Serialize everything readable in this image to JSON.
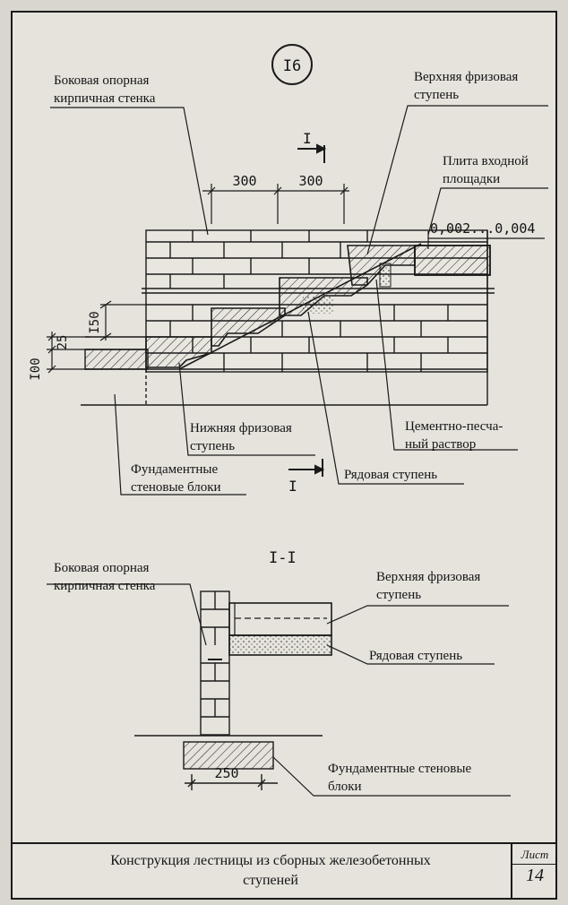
{
  "drawing_number": "I6",
  "top_view": {
    "labels": {
      "side_wall": [
        "Боковая опорная",
        "кирпичная стенка"
      ],
      "upper_step": [
        "Верхняя фризовая",
        "ступень"
      ],
      "entry_slab": [
        "Плита входной",
        "площадки"
      ],
      "lower_step": [
        "Нижняя фризовая",
        "ступень"
      ],
      "mortar": [
        "Цементно-песча-",
        "ный раствор"
      ],
      "foundation": [
        "Фундаментные",
        "стеновые блоки"
      ],
      "regular_step": "Рядовая ступень"
    },
    "dimensions": {
      "tread_1": "300",
      "tread_2": "300",
      "slope": "0,002...0,004",
      "riser": "I50",
      "layer_1": "25",
      "layer_2": "I00"
    },
    "section_mark": "I"
  },
  "section_view": {
    "title": "I-I",
    "labels": {
      "side_wall": [
        "Боковая опорная",
        "кирпичная стенка"
      ],
      "upper_step": [
        "Верхняя фризовая",
        "ступень"
      ],
      "regular_step": "Рядовая ступень",
      "foundation": [
        "Фундаментные стеновые",
        "блоки"
      ]
    },
    "dimensions": {
      "width": "250"
    }
  },
  "title_block": {
    "title": [
      "Конструкция лестницы из сборных железобетонных",
      "ступеней"
    ],
    "sheet_label": "Лист",
    "sheet_number": "14"
  }
}
